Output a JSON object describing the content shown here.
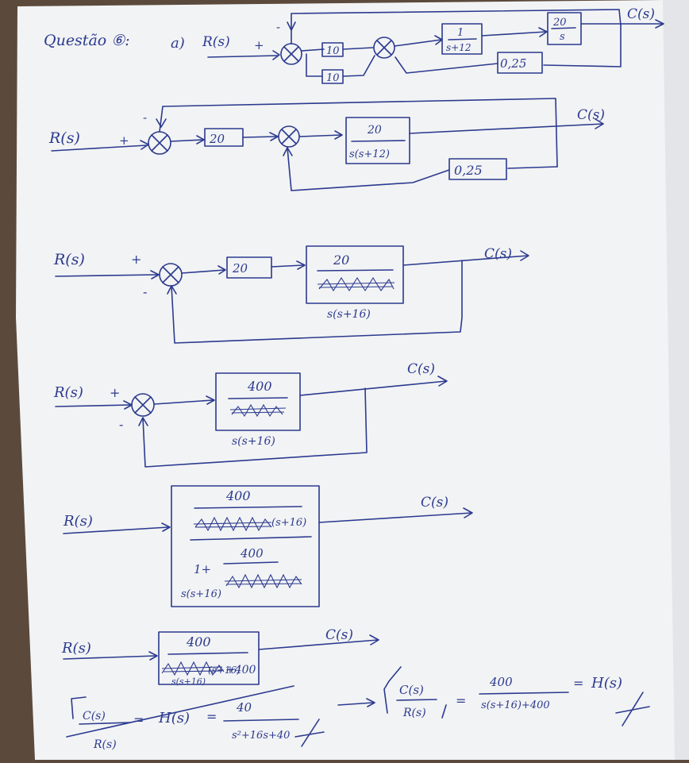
{
  "title": "Questão ⑥:",
  "part": "a)",
  "signals": {
    "input": "R(s)",
    "output": "C(s)",
    "plus": "+",
    "minus": "-"
  },
  "stage1": {
    "b1": "10",
    "b2": "10",
    "b3_num": "1",
    "b3_den": "s+12",
    "b4_num": "20",
    "b4_den": "s",
    "feedback": "0,25"
  },
  "stage2": {
    "b1": "20",
    "b2_num": "20",
    "b2_den": "s(s+12)",
    "feedback": "0,25"
  },
  "stage3": {
    "b1": "20",
    "b2_num": "20",
    "b2_den": "s(s+16)"
  },
  "stage4": {
    "b1_num": "400",
    "b1_den": "s(s+16)"
  },
  "stage5": {
    "num": "400",
    "den_term": "(s+16)",
    "one_plus": "1+",
    "inner_num": "400",
    "inner_den": "s(s+16)"
  },
  "stage6": {
    "num": "400",
    "den": "(s+16)",
    "den_add": "+400",
    "den_tail": "s(s+16)"
  },
  "result": {
    "left_lhs_num": "C(s)",
    "left_lhs_den": "R(s)",
    "left_eq1": "=",
    "left_H": "H(s)",
    "left_eq2": "=",
    "left_num": "40",
    "left_den": "s²+16s+40",
    "right_lhs_num": "C(s)",
    "right_lhs_den": "R(s)",
    "right_eq1": "=",
    "right_num": "400",
    "right_den": "s(s+16)+400",
    "right_eq2": "=",
    "right_H": "H(s)"
  }
}
